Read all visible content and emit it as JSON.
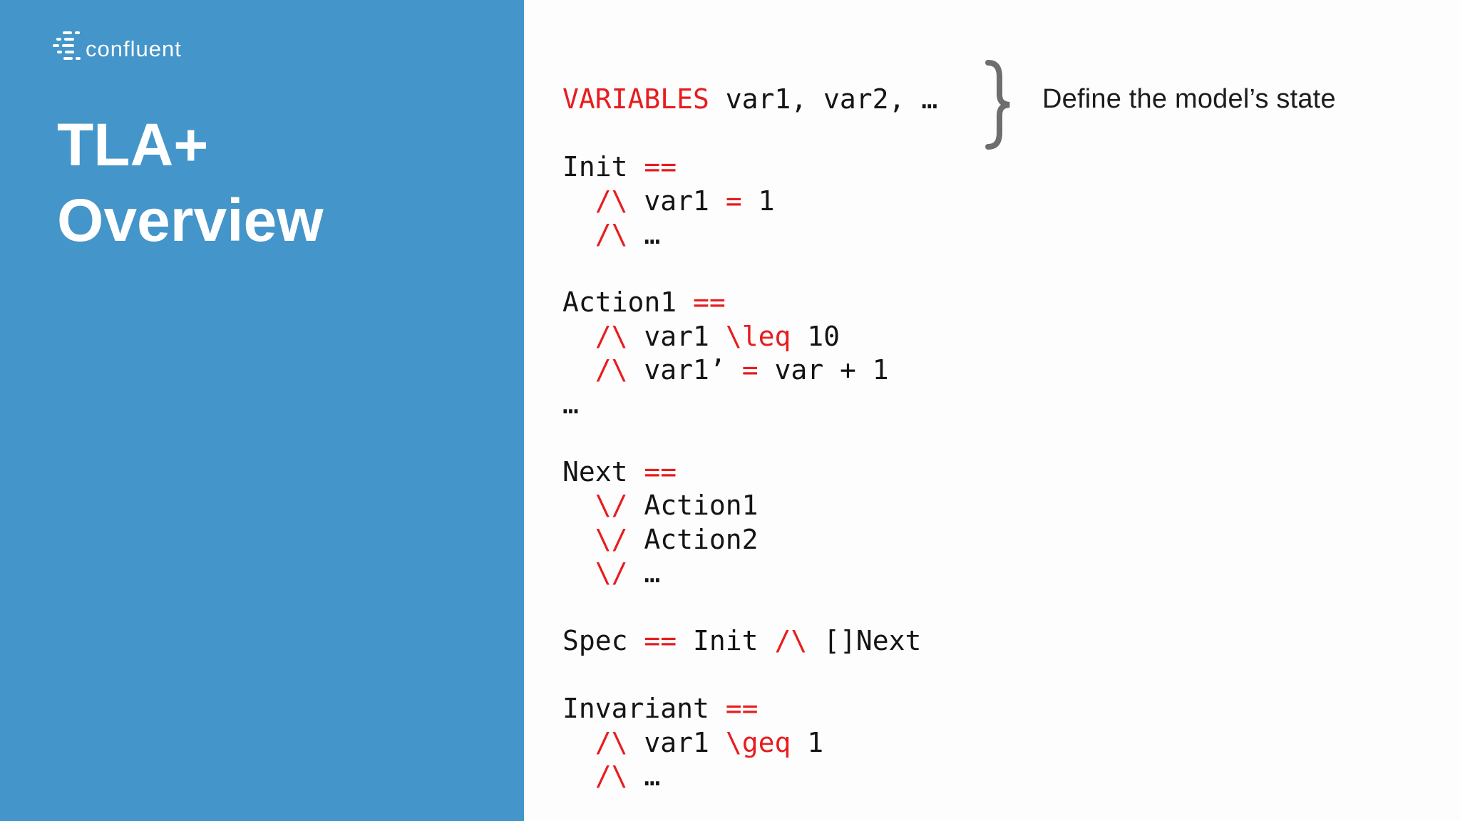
{
  "colors": {
    "panel_blue": "#4495c9",
    "code_red": "#e71d1f",
    "code_black": "#141414",
    "brace_gray": "#6d6e70",
    "background": "#fdfdfd"
  },
  "panel": {
    "logo_text": "confluent",
    "title_line1": "TLA+",
    "title_line2": "Overview"
  },
  "annotation": {
    "text": "Define the model’s state"
  },
  "code": {
    "lines": [
      {
        "segments": [
          {
            "t": "VARIABLES",
            "c": "red"
          },
          {
            "t": " var1, var2, …",
            "c": "black"
          }
        ]
      },
      {
        "segments": []
      },
      {
        "segments": [
          {
            "t": "Init ",
            "c": "black"
          },
          {
            "t": "==",
            "c": "red"
          }
        ]
      },
      {
        "segments": [
          {
            "t": "  ",
            "c": "black"
          },
          {
            "t": "/\\",
            "c": "red"
          },
          {
            "t": " var1 ",
            "c": "black"
          },
          {
            "t": "=",
            "c": "red"
          },
          {
            "t": " 1",
            "c": "black"
          }
        ]
      },
      {
        "segments": [
          {
            "t": "  ",
            "c": "black"
          },
          {
            "t": "/\\",
            "c": "red"
          },
          {
            "t": " …",
            "c": "black"
          }
        ]
      },
      {
        "segments": []
      },
      {
        "segments": [
          {
            "t": "Action1 ",
            "c": "black"
          },
          {
            "t": "==",
            "c": "red"
          }
        ]
      },
      {
        "segments": [
          {
            "t": "  ",
            "c": "black"
          },
          {
            "t": "/\\",
            "c": "red"
          },
          {
            "t": " var1 ",
            "c": "black"
          },
          {
            "t": "\\leq",
            "c": "red"
          },
          {
            "t": " 10",
            "c": "black"
          }
        ]
      },
      {
        "segments": [
          {
            "t": "  ",
            "c": "black"
          },
          {
            "t": "/\\",
            "c": "red"
          },
          {
            "t": " var1’ ",
            "c": "black"
          },
          {
            "t": "=",
            "c": "red"
          },
          {
            "t": " var + 1",
            "c": "black"
          }
        ]
      },
      {
        "segments": [
          {
            "t": "…",
            "c": "black"
          }
        ]
      },
      {
        "segments": []
      },
      {
        "segments": [
          {
            "t": "Next ",
            "c": "black"
          },
          {
            "t": "==",
            "c": "red"
          }
        ]
      },
      {
        "segments": [
          {
            "t": "  ",
            "c": "black"
          },
          {
            "t": "\\/",
            "c": "red"
          },
          {
            "t": " Action1",
            "c": "black"
          }
        ]
      },
      {
        "segments": [
          {
            "t": "  ",
            "c": "black"
          },
          {
            "t": "\\/",
            "c": "red"
          },
          {
            "t": " Action2",
            "c": "black"
          }
        ]
      },
      {
        "segments": [
          {
            "t": "  ",
            "c": "black"
          },
          {
            "t": "\\/",
            "c": "red"
          },
          {
            "t": " …",
            "c": "black"
          }
        ]
      },
      {
        "segments": []
      },
      {
        "segments": [
          {
            "t": "Spec ",
            "c": "black"
          },
          {
            "t": "==",
            "c": "red"
          },
          {
            "t": " Init ",
            "c": "black"
          },
          {
            "t": "/\\",
            "c": "red"
          },
          {
            "t": " []Next",
            "c": "black"
          }
        ]
      },
      {
        "segments": []
      },
      {
        "segments": [
          {
            "t": "Invariant ",
            "c": "black"
          },
          {
            "t": "==",
            "c": "red"
          }
        ]
      },
      {
        "segments": [
          {
            "t": "  ",
            "c": "black"
          },
          {
            "t": "/\\",
            "c": "red"
          },
          {
            "t": " var1 ",
            "c": "black"
          },
          {
            "t": "\\geq",
            "c": "red"
          },
          {
            "t": " 1",
            "c": "black"
          }
        ]
      },
      {
        "segments": [
          {
            "t": "  ",
            "c": "black"
          },
          {
            "t": "/\\",
            "c": "red"
          },
          {
            "t": " …",
            "c": "black"
          }
        ]
      }
    ]
  }
}
